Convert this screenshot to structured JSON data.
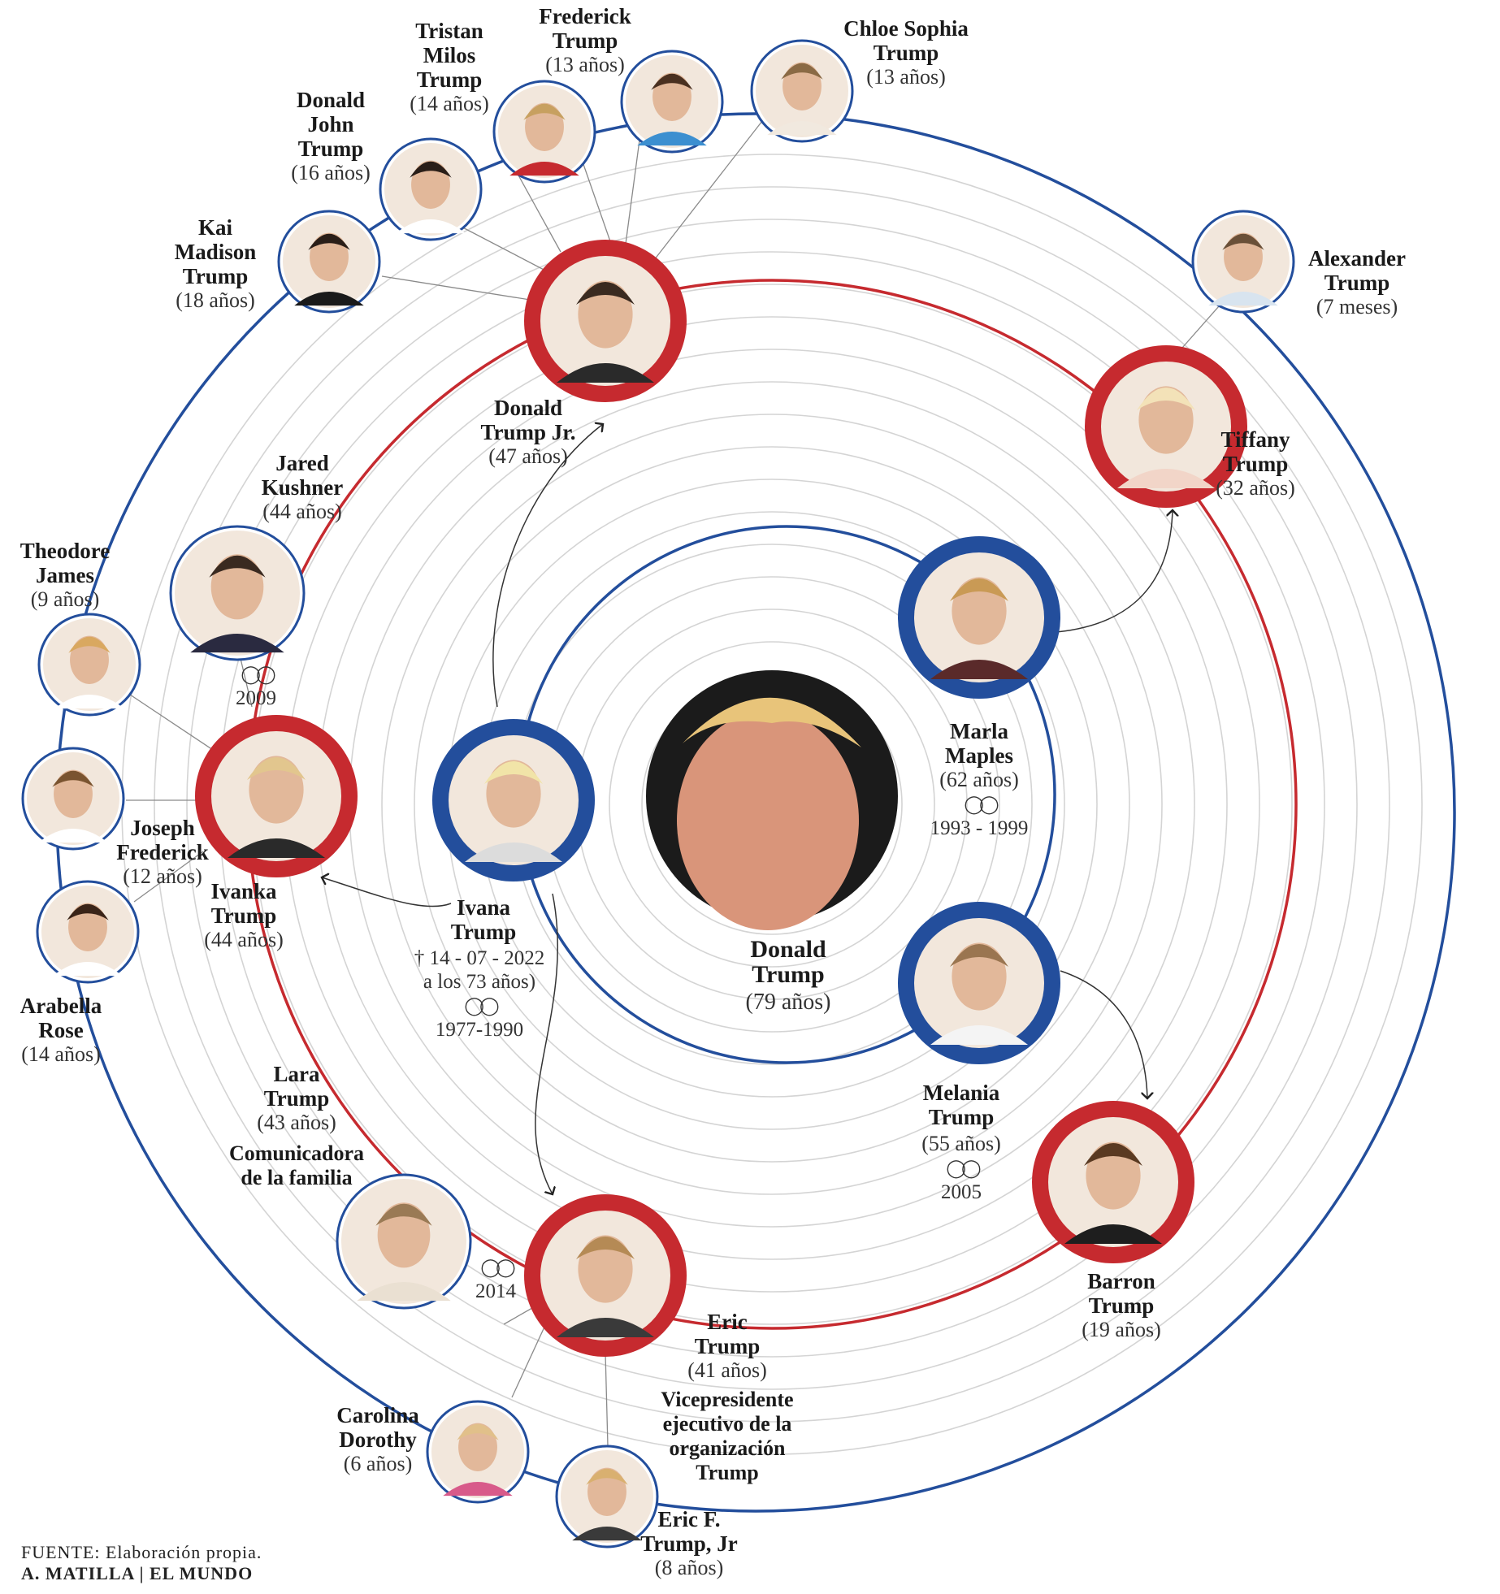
{
  "colors": {
    "blue": "#234e9c",
    "red": "#c62a2f",
    "grid": "#d4d4d4",
    "photo_bg": "#f2e7dc",
    "trump_bg": "#1b1b1b"
  },
  "people": {
    "donald": {
      "name": "Donald\nTrump",
      "age": "(79 años)"
    },
    "ivana": {
      "name": "Ivana\nTrump",
      "death": "† 14 - 07 - 2022\na los 73 años)",
      "marriage": "1977-1990"
    },
    "marla": {
      "name": "Marla\nMaples",
      "age": "(62 años)",
      "marriage": "1993 - 1999"
    },
    "melania": {
      "name": "Melania\nTrump",
      "age": "(55 años)",
      "marriage": "2005"
    },
    "don_jr": {
      "name": "Donald\nTrump Jr.",
      "age": "(47 años)"
    },
    "ivanka": {
      "name": "Ivanka\nTrump",
      "age": "(44 años)"
    },
    "eric": {
      "name": "Eric\nTrump",
      "age": "(41 años)",
      "role": "Vicepresidente\nejecutivo de la\norganización\nTrump"
    },
    "tiffany": {
      "name": "Tiffany\nTrump",
      "age": "(32 años)"
    },
    "barron": {
      "name": "Barron\nTrump",
      "age": "(19 años)"
    },
    "jared": {
      "name": "Jared\nKushner",
      "age": "(44 años)",
      "marriage": "2009"
    },
    "lara": {
      "name": "Lara\nTrump",
      "age": "(43 años)",
      "role": "Comunicadora\nde la familia",
      "marriage": "2014"
    },
    "kai": {
      "name": "Kai\nMadison\nTrump",
      "age": "(18 años)"
    },
    "donald_john": {
      "name": "Donald\nJohn\nTrump",
      "age": "(16 años)"
    },
    "tristan": {
      "name": "Tristan\nMilos\nTrump",
      "age": "(14 años)"
    },
    "frederick": {
      "name": "Frederick\nTrump",
      "age": "(13 años)"
    },
    "chloe": {
      "name": "Chloe Sophia\nTrump",
      "age": "(13 años)"
    },
    "alexander": {
      "name": "Alexander\nTrump",
      "age": "(7 meses)"
    },
    "theodore": {
      "name": "Theodore\nJames",
      "age": "(9 años)"
    },
    "joseph": {
      "name": "Joseph\nFrederick",
      "age": "(12 años)"
    },
    "arabella": {
      "name": "Arabella\nRose",
      "age": "(14 años)"
    },
    "carolina": {
      "name": "Carolina\nDorothy",
      "age": "(6 años)"
    },
    "eric_jr": {
      "name": "Eric F.\nTrump, Jr",
      "age": "(8 años)"
    }
  },
  "source": {
    "text": "FUENTE: Elaboración propia.",
    "credit": "A. MATILLA | EL MUNDO"
  }
}
